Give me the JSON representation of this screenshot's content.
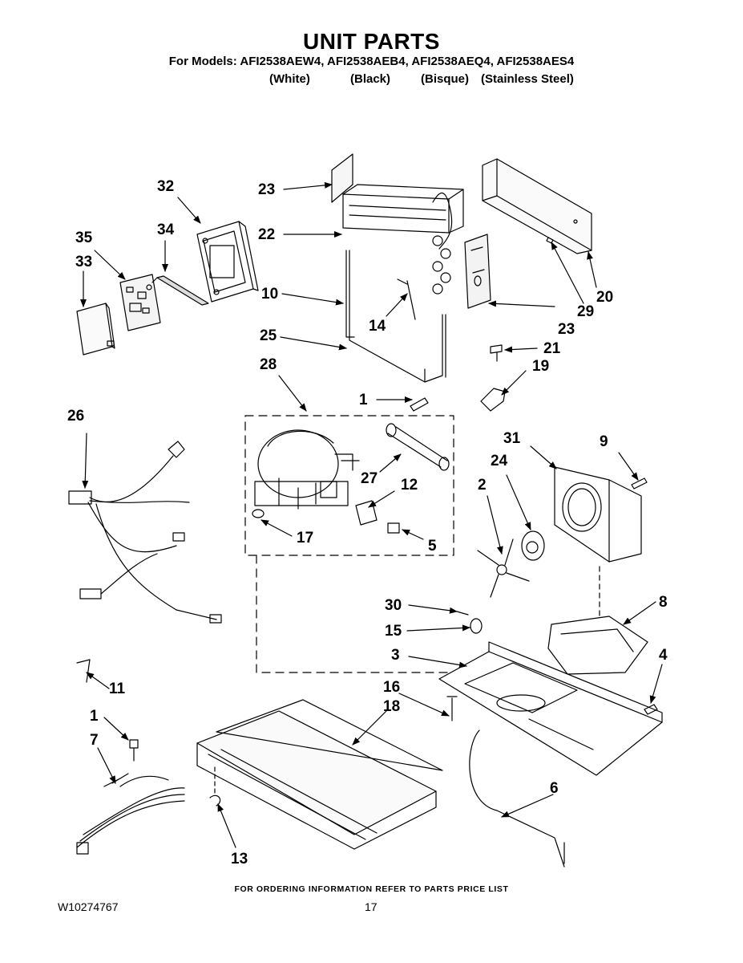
{
  "header": {
    "title": "UNIT PARTS",
    "models_line": "For Models: AFI2538AEW4, AFI2538AEB4, AFI2538AEQ4, AFI2538AES4",
    "finishes": [
      "(White)",
      "(Black)",
      "(Bisque)",
      "(Stainless Steel)"
    ]
  },
  "callouts": [
    "32",
    "35",
    "34",
    "33",
    "23",
    "22",
    "10",
    "25",
    "28",
    "14",
    "23",
    "29",
    "20",
    "21",
    "19",
    "1",
    "26",
    "27",
    "12",
    "17",
    "5",
    "31",
    "9",
    "24",
    "2",
    "30",
    "15",
    "8",
    "3",
    "4",
    "11",
    "16",
    "18",
    "1",
    "7",
    "13",
    "6"
  ],
  "footer": {
    "note": "FOR ORDERING INFORMATION REFER TO PARTS PRICE LIST",
    "doc_number": "W10274767",
    "page_number": "17"
  }
}
